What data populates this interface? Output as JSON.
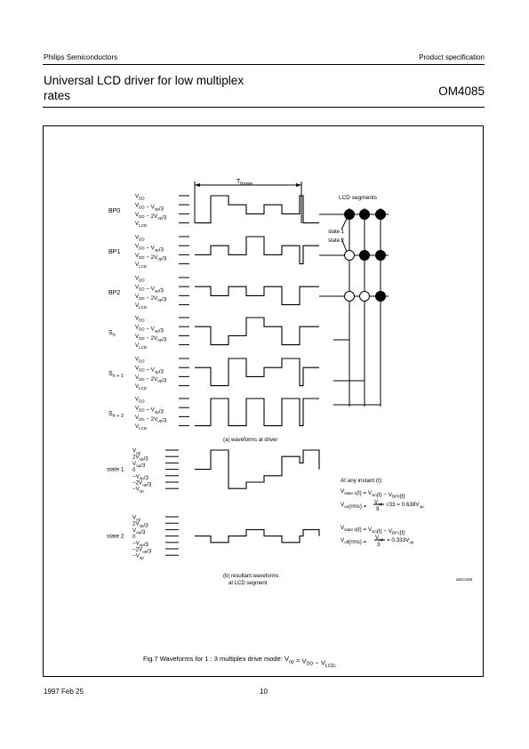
{
  "header": {
    "company": "Philips Semiconductors",
    "doc_type": "Product specification",
    "title_line1": "Universal LCD driver for low multiplex",
    "title_line2": "rates",
    "part_number": "OM4085"
  },
  "figure": {
    "frame_label": "T",
    "frame_sub": "frame",
    "lcd_segments_label": "LCD segments",
    "state1_label": "state 1",
    "state2_label": "state 2",
    "signals": [
      {
        "name": "BP0",
        "sub": ""
      },
      {
        "name": "BP1",
        "sub": ""
      },
      {
        "name": "BP2",
        "sub": ""
      },
      {
        "name": "S",
        "sub": "n"
      },
      {
        "name": "S",
        "sub": "n + 1"
      },
      {
        "name": "S",
        "sub": "n + 2"
      }
    ],
    "driver_levels": [
      "V_DD",
      "V_DD − V_op/3",
      "V_DD − 2V_op/3",
      "V_LCD"
    ],
    "result_levels": [
      "V_op",
      "2V_op/3",
      "V_op/3",
      "0",
      "−V_op/3",
      "−2V_op/3",
      "−V_op"
    ],
    "caption_a": "(a) waveforms at driver",
    "caption_b_line1": "(b) resultant waveforms",
    "caption_b_line2": "at LCD segment",
    "result_rows": [
      "state 1",
      "state 2"
    ],
    "equations": {
      "intro": "At any instant (t):",
      "eq1": "V_state 1(t) = V_Sn(t) − V_BP0(t)",
      "eq2_left": "V_on(rms) =",
      "eq2_frac_num": "V_op",
      "eq2_frac_den": "9",
      "eq2_right": "√33 = 0.638V_op",
      "eq3": "V_state 2(t) = V_Sn(t) − V_BP1(t)",
      "eq4_left": "V_off(rms) =",
      "eq4_frac_num": "V_op",
      "eq4_frac_den": "3",
      "eq4_right": "= 0.333V_op"
    },
    "code": "MGG395",
    "caption": "Fig.7  Waveforms for 1 : 3 multiplex drive mode: V_op = V_DD − V_LCD."
  },
  "footer": {
    "date": "1997 Feb 25",
    "page": "10"
  }
}
